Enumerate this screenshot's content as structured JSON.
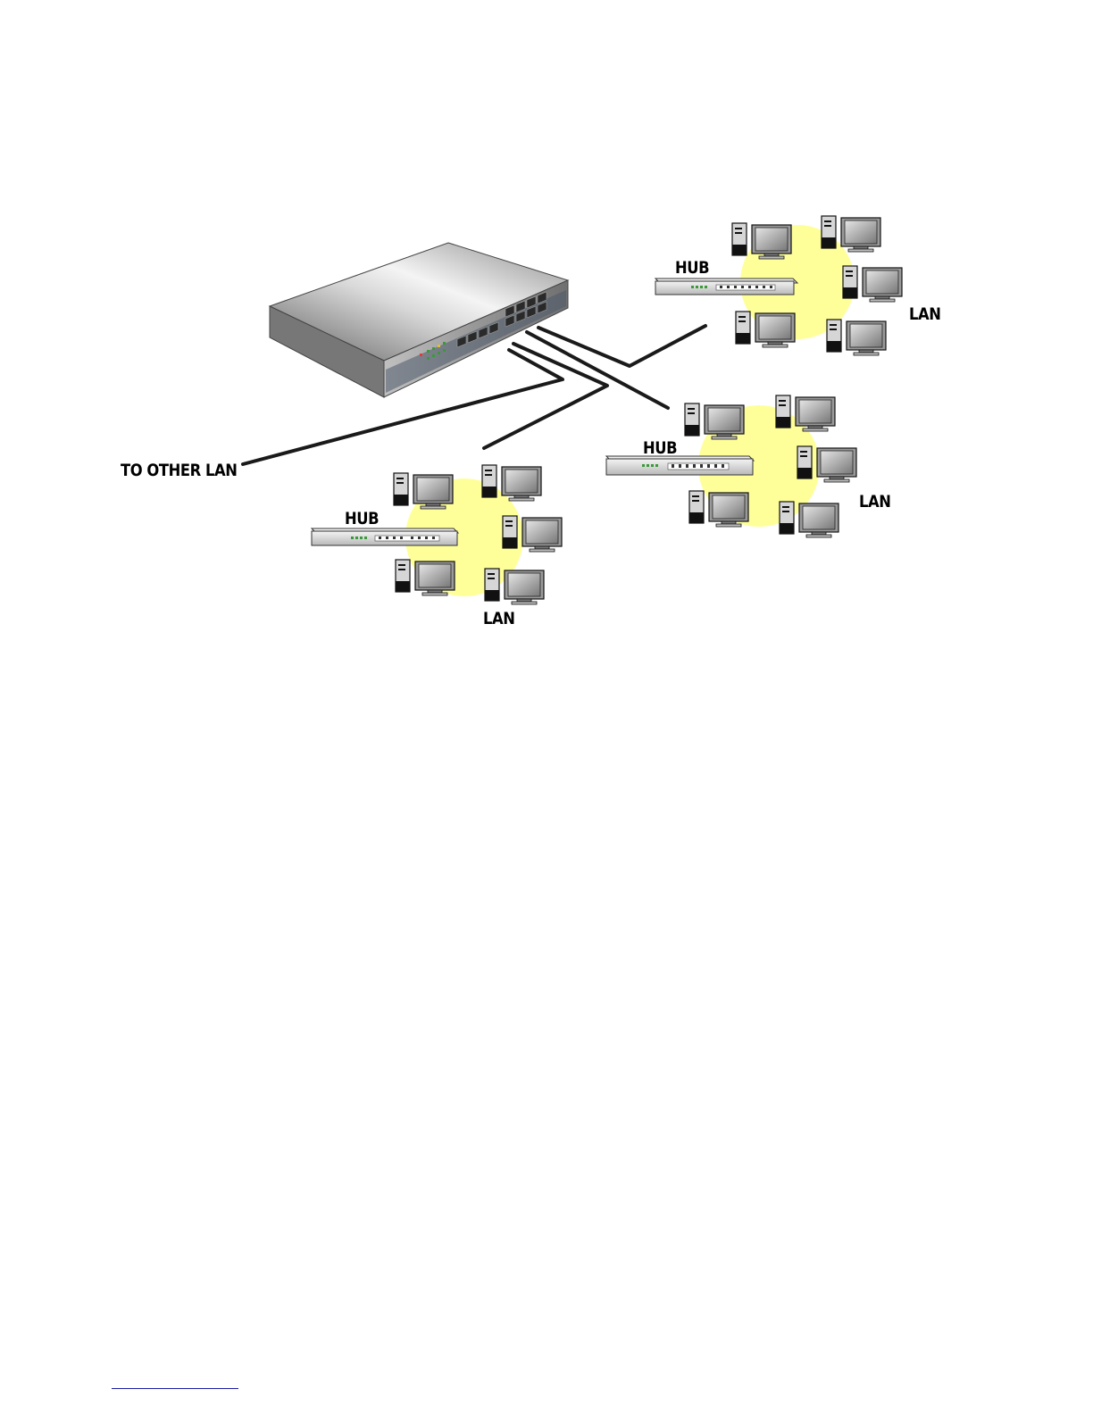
{
  "labels": {
    "to_other_lan": "TO  OTHER LAN",
    "hub_top": "HUB",
    "lan_top": "LAN",
    "hub_mid": "HUB",
    "lan_mid": "LAN",
    "hub_bottom": "HUB",
    "lan_bottom": "LAN"
  },
  "colors": {
    "lan_circle": "#ffff99",
    "cable": "#1a1a1a",
    "switch_body": "#9c9c9c",
    "link_led": "#3a9a3a"
  },
  "icons": {
    "switch": "network-switch-icon",
    "hub": "network-hub-icon",
    "computer": "desktop-computer-icon"
  }
}
